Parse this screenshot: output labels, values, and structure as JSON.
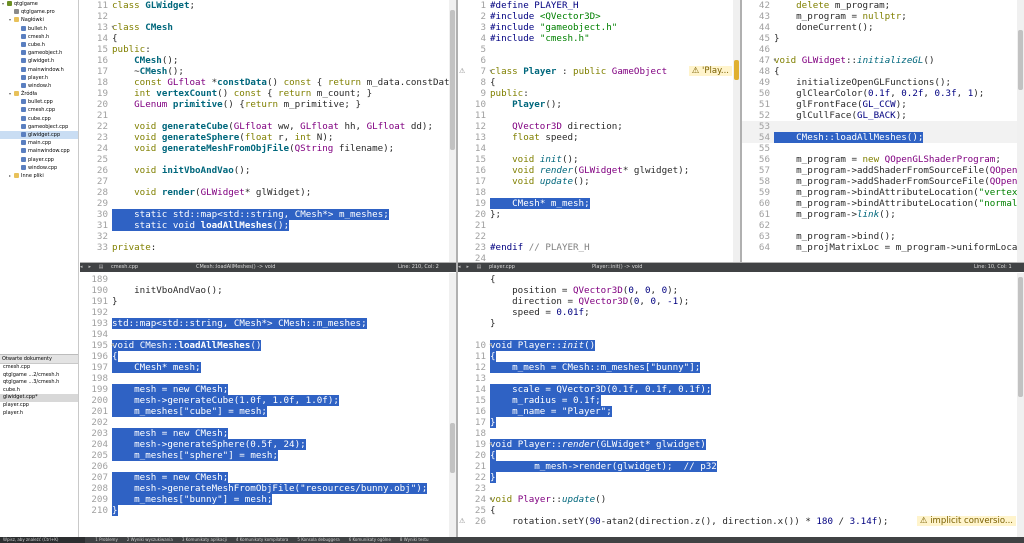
{
  "project_tree": {
    "items": [
      {
        "label": "qtglgame",
        "level": 0,
        "kind": "project",
        "arrow": "▾"
      },
      {
        "label": "qtglgame.pro",
        "level": 1,
        "kind": "pro",
        "arrow": ""
      },
      {
        "label": "Nagłówki",
        "level": 1,
        "kind": "folder",
        "arrow": "▾"
      },
      {
        "label": "bullet.h",
        "level": 2,
        "kind": "h",
        "arrow": ""
      },
      {
        "label": "cmesh.h",
        "level": 2,
        "kind": "h",
        "arrow": ""
      },
      {
        "label": "cube.h",
        "level": 2,
        "kind": "h",
        "arrow": ""
      },
      {
        "label": "gameobject.h",
        "level": 2,
        "kind": "h",
        "arrow": ""
      },
      {
        "label": "glwidget.h",
        "level": 2,
        "kind": "h",
        "arrow": ""
      },
      {
        "label": "mainwindow.h",
        "level": 2,
        "kind": "h",
        "arrow": ""
      },
      {
        "label": "player.h",
        "level": 2,
        "kind": "h",
        "arrow": ""
      },
      {
        "label": "window.h",
        "level": 2,
        "kind": "h",
        "arrow": ""
      },
      {
        "label": "Źródła",
        "level": 1,
        "kind": "folder",
        "arrow": "▾"
      },
      {
        "label": "bullet.cpp",
        "level": 2,
        "kind": "cpp",
        "arrow": ""
      },
      {
        "label": "cmesh.cpp",
        "level": 2,
        "kind": "cpp",
        "arrow": ""
      },
      {
        "label": "cube.cpp",
        "level": 2,
        "kind": "cpp",
        "arrow": ""
      },
      {
        "label": "gameobject.cpp",
        "level": 2,
        "kind": "cpp",
        "arrow": ""
      },
      {
        "label": "glwidget.cpp",
        "level": 2,
        "kind": "cpp",
        "arrow": "",
        "selected": true
      },
      {
        "label": "main.cpp",
        "level": 2,
        "kind": "cpp",
        "arrow": ""
      },
      {
        "label": "mainwindow.cpp",
        "level": 2,
        "kind": "cpp",
        "arrow": ""
      },
      {
        "label": "player.cpp",
        "level": 2,
        "kind": "cpp",
        "arrow": ""
      },
      {
        "label": "window.cpp",
        "level": 2,
        "kind": "cpp",
        "arrow": ""
      },
      {
        "label": "Inne pliki",
        "level": 1,
        "kind": "folder",
        "arrow": "▸"
      }
    ]
  },
  "open_docs": {
    "title": "Otwarte dokumenty",
    "items": [
      {
        "label": "cmesh.cpp"
      },
      {
        "label": "qtglgame ...2/cmesh.h"
      },
      {
        "label": "qtglgame ...3/cmesh.h"
      },
      {
        "label": "cube.h"
      },
      {
        "label": "glwidget.cpp*",
        "selected": true
      },
      {
        "label": "player.cpp"
      },
      {
        "label": "player.h"
      }
    ]
  },
  "editors": [
    {
      "id": "cmesh-h",
      "lines": [
        {
          "n": "11",
          "h": "<span class=\"k\">class</span> <span class=\"b\">GLWidget</span>;"
        },
        {
          "n": "12",
          "h": ""
        },
        {
          "n": "13",
          "h": "<span class=\"k\">class</span> <span class=\"b\">CMesh</span>",
          "fold": "▾"
        },
        {
          "n": "14",
          "h": "{"
        },
        {
          "n": "15",
          "h": "<span class=\"k\">public</span>:"
        },
        {
          "n": "16",
          "h": "    <span class=\"b\">CMesh</span>();"
        },
        {
          "n": "17",
          "h": "    ~<span class=\"b\">CMesh</span>();"
        },
        {
          "n": "18",
          "h": "    <span class=\"k\">const</span> <span class=\"t\">GLfloat</span> *<span class=\"b\">constData</span>() <span class=\"k\">const</span> { <span class=\"k\">return</span> m_data.constData"
        },
        {
          "n": "19",
          "h": "    <span class=\"k\">int</span> <span class=\"b\">vertexCount</span>() <span class=\"k\">const</span> { <span class=\"k\">return</span> m_count; }"
        },
        {
          "n": "20",
          "h": "    <span class=\"t\">GLenum</span> <span class=\"b\">primitive</span>() {<span class=\"k\">return</span> m_primitive; }"
        },
        {
          "n": "21",
          "h": ""
        },
        {
          "n": "22",
          "h": "    <span class=\"k\">void</span> <span class=\"b\">generateCube</span>(<span class=\"t\">GLfloat</span> ww, <span class=\"t\">GLfloat</span> hh, <span class=\"t\">GLfloat</span> dd);"
        },
        {
          "n": "23",
          "h": "    <span class=\"k\">void</span> <span class=\"b\">generateSphere</span>(<span class=\"k\">float</span> r, <span class=\"k\">int</span> N);"
        },
        {
          "n": "24",
          "h": "    <span class=\"k\">void</span> <span class=\"b\">generateMeshFromObjFile</span>(<span class=\"t\">QString</span> filename);"
        },
        {
          "n": "25",
          "h": ""
        },
        {
          "n": "26",
          "h": "    <span class=\"k\">void</span> <span class=\"b\">initVboAndVao</span>();"
        },
        {
          "n": "27",
          "h": ""
        },
        {
          "n": "28",
          "h": "    <span class=\"k\">void</span> <span class=\"b\">render</span>(<span class=\"t\">GLWidget</span>* glWidget);"
        },
        {
          "n": "29",
          "h": ""
        },
        {
          "n": "30",
          "h": "    <span class=\"k\">static</span> <span class=\"t\">std</span>::<span class=\"t\">map</span>&lt;<span class=\"t\">std</span>::<span class=\"t\">string</span>, <span class=\"t\">CMesh</span>*&gt; m_meshes;",
          "hl": true
        },
        {
          "n": "31",
          "h": "    <span class=\"k\">static</span> <span class=\"k\">void</span> <span class=\"b\">loadAllMeshes</span>();",
          "hl": true
        },
        {
          "n": "32",
          "h": ""
        },
        {
          "n": "33",
          "h": "<span class=\"k\">private</span>:"
        }
      ]
    },
    {
      "id": "player-h",
      "lines": [
        {
          "n": "1",
          "h": "<span class=\"pp\">#define</span> <span class=\"n\">PLAYER_H</span>"
        },
        {
          "n": "2",
          "h": "<span class=\"pp\">#include</span> <span class=\"s\">&lt;QVector3D&gt;</span>"
        },
        {
          "n": "3",
          "h": "<span class=\"pp\">#include</span> <span class=\"s\">\"gameobject.h\"</span>"
        },
        {
          "n": "4",
          "h": "<span class=\"pp\">#include</span> <span class=\"s\">\"cmesh.h\"</span>"
        },
        {
          "n": "5",
          "h": ""
        },
        {
          "n": "6",
          "h": ""
        },
        {
          "n": "7",
          "h": "<span class=\"k\">class</span> <span class=\"b\">Player</span> : <span class=\"k\">public</span> <span class=\"t\">GameObject</span>",
          "warn": true,
          "fold": "▾",
          "tip": "'Play..."
        },
        {
          "n": "8",
          "h": "{"
        },
        {
          "n": "9",
          "h": "<span class=\"k\">public</span>:"
        },
        {
          "n": "10",
          "h": "    <span class=\"b\">Player</span>();"
        },
        {
          "n": "11",
          "h": ""
        },
        {
          "n": "12",
          "h": "    <span class=\"t\">QVector3D</span> direction;"
        },
        {
          "n": "13",
          "h": "    <span class=\"k\">float</span> speed;"
        },
        {
          "n": "14",
          "h": ""
        },
        {
          "n": "15",
          "h": "    <span class=\"k\">void</span> <span class=\"it\">init</span>();"
        },
        {
          "n": "16",
          "h": "    <span class=\"k\">void</span> <span class=\"it\">render</span>(<span class=\"t\">GLWidget</span>* glwidget);"
        },
        {
          "n": "17",
          "h": "    <span class=\"k\">void</span> <span class=\"it\">update</span>();"
        },
        {
          "n": "18",
          "h": ""
        },
        {
          "n": "19",
          "h": "    <span class=\"t\">CMesh</span>* m_mesh;",
          "hl": true
        },
        {
          "n": "20",
          "h": "};"
        },
        {
          "n": "21",
          "h": ""
        },
        {
          "n": "22",
          "h": ""
        },
        {
          "n": "23",
          "h": "<span class=\"pp\">#endif</span> <span class=\"cm\">// PLAYER_H</span>"
        },
        {
          "n": "24",
          "h": ""
        }
      ]
    },
    {
      "id": "glwidget-cpp",
      "lines": [
        {
          "n": "42",
          "h": "    <span class=\"k\">delete</span> m_program;"
        },
        {
          "n": "43",
          "h": "    m_program = <span class=\"k\">nullptr</span>;"
        },
        {
          "n": "44",
          "h": "    doneCurrent();"
        },
        {
          "n": "45",
          "h": "}"
        },
        {
          "n": "46",
          "h": ""
        },
        {
          "n": "47",
          "h": "<span class=\"k\">void</span> <span class=\"t\">GLWidget</span>::<span class=\"it\">initializeGL</span>()",
          "fold": "▾"
        },
        {
          "n": "48",
          "h": "{"
        },
        {
          "n": "49",
          "h": "    initializeOpenGLFunctions();"
        },
        {
          "n": "50",
          "h": "    glClearColor(<span class=\"n\">0.1f</span>, <span class=\"n\">0.2f</span>, <span class=\"n\">0.3f</span>, <span class=\"n\">1</span>);"
        },
        {
          "n": "51",
          "h": "    glFrontFace(<span class=\"n\">GL_CCW</span>);"
        },
        {
          "n": "52",
          "h": "    glCullFace(<span class=\"n\">GL_BACK</span>);"
        },
        {
          "n": "53",
          "h": "",
          "bk": true
        },
        {
          "n": "54",
          "h": "    <span class=\"t\">CMesh</span>::loadAllMeshes();",
          "hl": true,
          "bk": true
        },
        {
          "n": "55",
          "h": ""
        },
        {
          "n": "56",
          "h": "    m_program = <span class=\"k\">new</span> <span class=\"t\">QOpenGLShaderProgram</span>;"
        },
        {
          "n": "57",
          "h": "    m_program-&gt;addShaderFromSourceFile(<span class=\"t\">QOpen</span>"
        },
        {
          "n": "58",
          "h": "    m_program-&gt;addShaderFromSourceFile(<span class=\"t\">QOpen</span>"
        },
        {
          "n": "59",
          "h": "    m_program-&gt;bindAttributeLocation(<span class=\"s\">\"vertex</span>"
        },
        {
          "n": "60",
          "h": "    m_program-&gt;bindAttributeLocation(<span class=\"s\">\"normal</span>"
        },
        {
          "n": "61",
          "h": "    m_program-&gt;<span class=\"it\">link</span>();"
        },
        {
          "n": "62",
          "h": ""
        },
        {
          "n": "63",
          "h": "    m_program-&gt;bind();"
        },
        {
          "n": "64",
          "h": "    m_projMatrixLoc = m_program-&gt;uniformLoca"
        }
      ]
    },
    {
      "id": "cmesh-cpp",
      "lines": [
        {
          "n": "189",
          "h": ""
        },
        {
          "n": "190",
          "h": "    initVboAndVao();"
        },
        {
          "n": "191",
          "h": "}"
        },
        {
          "n": "192",
          "h": ""
        },
        {
          "n": "193",
          "h": "<span class=\"t\">std</span>::<span class=\"t\">map</span>&lt;<span class=\"t\">std</span>::<span class=\"t\">string</span>, <span class=\"t\">CMesh</span>*&gt; <span class=\"t\">CMesh</span>::m_meshes;",
          "hl": true
        },
        {
          "n": "194",
          "h": "",
          "hl": true
        },
        {
          "n": "195",
          "h": "<span class=\"k\">void</span> <span class=\"t\">CMesh</span>::<span class=\"b\">loadAllMeshes</span>()",
          "hl": true,
          "fold": "▾"
        },
        {
          "n": "196",
          "h": "{",
          "hl": true
        },
        {
          "n": "197",
          "h": "    <span class=\"t\">CMesh</span>* mesh;",
          "hl": true
        },
        {
          "n": "198",
          "h": "",
          "hl": true
        },
        {
          "n": "199",
          "h": "    mesh = <span class=\"k\">new</span> <span class=\"t\">CMesh</span>;",
          "hl": true
        },
        {
          "n": "200",
          "h": "    mesh-&gt;generateCube(<span class=\"n\">1.0f</span>, <span class=\"n\">1.0f</span>, <span class=\"n\">1.0f</span>);",
          "hl": true
        },
        {
          "n": "201",
          "h": "    m_meshes[<span class=\"s\">\"cube\"</span>] = mesh;",
          "hl": true
        },
        {
          "n": "202",
          "h": "",
          "hl": true
        },
        {
          "n": "203",
          "h": "    mesh = <span class=\"k\">new</span> <span class=\"t\">CMesh</span>;",
          "hl": true
        },
        {
          "n": "204",
          "h": "    mesh-&gt;generateSphere(<span class=\"n\">0.5f</span>, <span class=\"n\">24</span>);",
          "hl": true
        },
        {
          "n": "205",
          "h": "    m_meshes[<span class=\"s\">\"sphere\"</span>] = mesh;",
          "hl": true
        },
        {
          "n": "206",
          "h": "",
          "hl": true
        },
        {
          "n": "207",
          "h": "    mesh = <span class=\"k\">new</span> <span class=\"t\">CMesh</span>;",
          "hl": true
        },
        {
          "n": "208",
          "h": "    mesh-&gt;generateMeshFromObjFile(<span class=\"s\">\"resources/bunny.obj\"</span>);",
          "hl": true
        },
        {
          "n": "209",
          "h": "    m_meshes[<span class=\"s\">\"bunny\"</span>] = mesh;",
          "hl": true
        },
        {
          "n": "210",
          "h": "}",
          "hl": true
        }
      ]
    },
    {
      "id": "player-cpp",
      "lines": [
        {
          "n": "",
          "h": "{"
        },
        {
          "n": "",
          "h": "    position = <span class=\"t\">QVector3D</span>(<span class=\"n\">0</span>, <span class=\"n\">0</span>, <span class=\"n\">0</span>);"
        },
        {
          "n": "",
          "h": "    direction = <span class=\"t\">QVector3D</span>(<span class=\"n\">0</span>, <span class=\"n\">0</span>, <span class=\"n\">-1</span>);"
        },
        {
          "n": "",
          "h": "    speed = <span class=\"n\">0.01f</span>;"
        },
        {
          "n": "",
          "h": "}"
        },
        {
          "n": "",
          "h": ""
        },
        {
          "n": "10",
          "h": "<span class=\"k\">void</span> <span class=\"t\">Player</span>::<span class=\"it\">init</span>()",
          "hl": true,
          "fold": "▾"
        },
        {
          "n": "11",
          "h": "{",
          "hl": true
        },
        {
          "n": "12",
          "h": "    m_mesh = <span class=\"t\">CMesh</span>::m_meshes[<span class=\"s\">\"bunny\"</span>];",
          "hl": true
        },
        {
          "n": "13",
          "h": "",
          "hl": true
        },
        {
          "n": "14",
          "h": "    scale = <span class=\"t\">QVector3D</span>(<span class=\"n\">0.1f</span>, <span class=\"n\">0.1f</span>, <span class=\"n\">0.1f</span>);",
          "hl": true
        },
        {
          "n": "15",
          "h": "    m_radius = <span class=\"n\">0.1f</span>;",
          "hl": true
        },
        {
          "n": "16",
          "h": "    m_name = <span class=\"s\">\"Player\"</span>;",
          "hl": true
        },
        {
          "n": "17",
          "h": "}",
          "hl": true
        },
        {
          "n": "18",
          "h": ""
        },
        {
          "n": "19",
          "h": "<span class=\"k\">void</span> <span class=\"t\">Player</span>::<span class=\"it\">render</span>(<span class=\"t\">GLWidget</span>* glwidget)",
          "hl": true,
          "fold": "▾"
        },
        {
          "n": "20",
          "h": "{",
          "hl": true
        },
        {
          "n": "21",
          "h": "        m_mesh-&gt;render(glwidget);  <span class=\"cm\">// p32</span>",
          "hl": true
        },
        {
          "n": "22",
          "h": "}",
          "hl": true
        },
        {
          "n": "23",
          "h": ""
        },
        {
          "n": "24",
          "h": "<span class=\"k\">void</span> <span class=\"t\">Player</span>::<span class=\"it\">update</span>()",
          "fold": "▾"
        },
        {
          "n": "25",
          "h": "{"
        },
        {
          "n": "26",
          "h": "    rotation.setY(<span class=\"n\">90</span>-atan2(direction.z(), direction.x()) * <span class=\"n\">180</span> / <span class=\"n\">3.14f</span>);",
          "warn": true,
          "tip": "implicit conversio..."
        }
      ]
    }
  ],
  "tabbars": {
    "cmesh_cpp": {
      "file": "cmesh.cpp",
      "symbol": "CMesh::loadAllMeshes() -> void",
      "pos": "Line: 210, Col: 2"
    },
    "player_cpp": {
      "file": "player.cpp",
      "symbol": "Player::init() -> void",
      "pos": "Line: 10, Col: 1"
    }
  },
  "statusbar": {
    "search_placeholder": "Wpisz, aby znaleźć (Ctrl+K)",
    "items": [
      "1 Problemy",
      "2 Wyniki wyszukiwania",
      "3 Komunikaty aplikacji",
      "4 Komunikaty kompilatora",
      "5 Konsola debuggera",
      "6 Komunikaty ogólne",
      "8 Wyniki testu"
    ]
  },
  "colors": {
    "selection": "#2f62c4",
    "bar": "#404244",
    "warning": "#b88800"
  }
}
